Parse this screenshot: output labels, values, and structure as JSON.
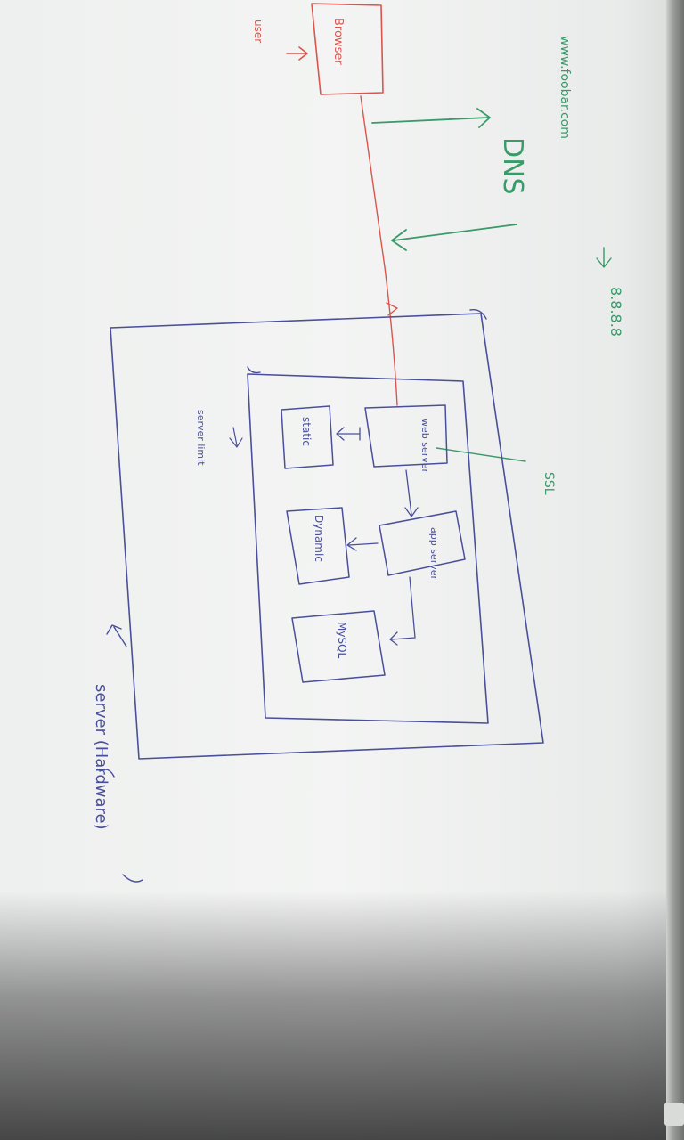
{
  "diagram": {
    "nodes": {
      "browser": "Browser",
      "user": "user",
      "domain": "www.foobar.com",
      "ip": "8.8.8.8",
      "dns": "DNS",
      "web_server": "web server",
      "app_server": "app server",
      "static": "static",
      "dynamic": "Dynamic",
      "mysql": "MySQL",
      "server_limit": "server limit",
      "server_hardware": "server (Hardware)",
      "ssl": "SSL"
    },
    "colors": {
      "user_flow": "#d9564f",
      "dns_flow": "#3a9a6a",
      "server_boxes": "#4a4f9a"
    }
  }
}
